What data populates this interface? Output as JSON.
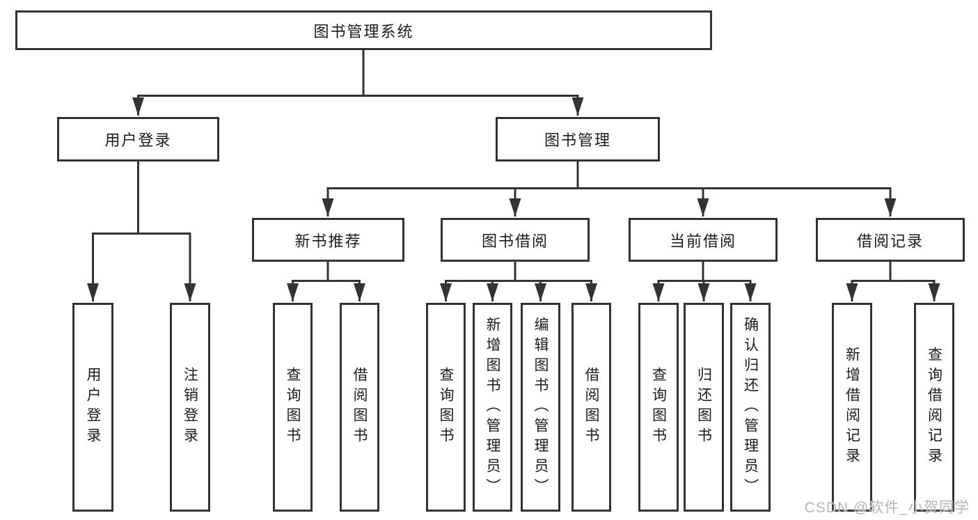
{
  "watermark": {
    "text": "CSDN @软件_小贺同学"
  },
  "colors": {
    "line": "#333333",
    "box_border": "#333333",
    "text": "#1c1c1c",
    "watermark": "#b2b5ba",
    "background": "#ffffff"
  },
  "tree": {
    "label": "图书管理系统",
    "children": [
      {
        "label": "用户登录",
        "children": [
          {
            "label": "用户登录"
          },
          {
            "label": "注销登录"
          }
        ]
      },
      {
        "label": "图书管理",
        "children": [
          {
            "label": "新书推荐",
            "children": [
              {
                "label": "查询图书"
              },
              {
                "label": "借阅图书"
              }
            ]
          },
          {
            "label": "图书借阅",
            "children": [
              {
                "label": "查询图书"
              },
              {
                "label": "新增图书（管理员）"
              },
              {
                "label": "编辑图书（管理员）"
              },
              {
                "label": "借阅图书"
              }
            ]
          },
          {
            "label": "当前借阅",
            "children": [
              {
                "label": "查询图书"
              },
              {
                "label": "归还图书"
              },
              {
                "label": "确认归还（管理员）"
              }
            ]
          },
          {
            "label": "借阅记录",
            "children": [
              {
                "label": "新增借阅记录"
              },
              {
                "label": "查询借阅记录"
              }
            ]
          }
        ]
      }
    ]
  }
}
